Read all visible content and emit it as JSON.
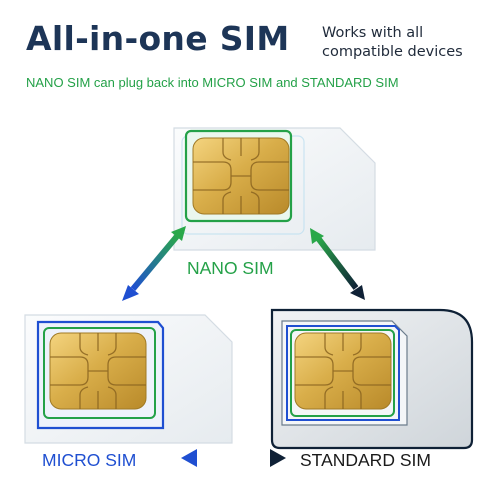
{
  "header": {
    "title": "All-in-one SIM",
    "tagline_line1": "Works with all",
    "tagline_line2": "compatible devices",
    "subtitle": "NANO SIM can plug back into MICRO SIM and STANDARD SIM"
  },
  "cards": {
    "nano": {
      "label": "NANO SIM"
    },
    "micro": {
      "label": "MICRO SIM"
    },
    "standard": {
      "label": "STANDARD SIM"
    }
  },
  "colors": {
    "title": "#1d3557",
    "accent_green": "#24a148",
    "accent_blue": "#1f4fd1",
    "dark_navy": "#0f2136",
    "chip_gold": "#d9ae4a"
  },
  "icons": [
    "sim-chip-icon",
    "double-arrow-icon"
  ]
}
